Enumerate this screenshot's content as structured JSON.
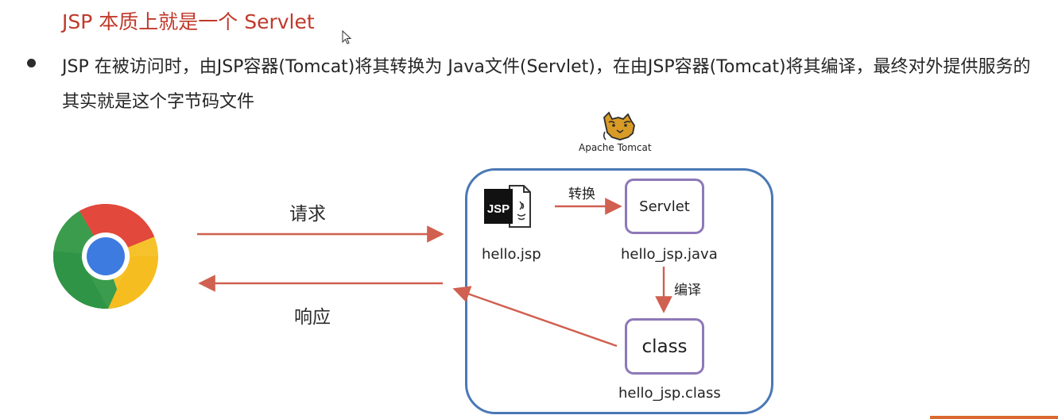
{
  "slide": {
    "heading": "JSP 本质上就是一个 Servlet",
    "bullet": "JSP 在被访问时，由JSP容器(Tomcat)将其转换为 Java文件(Servlet)，在由JSP容器(Tomcat)将其编译，最终对外提供服务的其实就是这个字节码文件"
  },
  "diagram": {
    "server_caption": "Apache Tomcat",
    "request_label": "请求",
    "response_label": "响应",
    "convert_label": "转换",
    "compile_label": "编译",
    "jsp_icon_text": "JSP",
    "jsp_file": "hello.jsp",
    "servlet_box": "Servlet",
    "java_file": "hello_jsp.java",
    "class_box": "class",
    "class_file": "hello_jsp.class"
  },
  "colors": {
    "heading": "#c0392b",
    "arrow": "#d06050",
    "server_frame": "#4a78b5",
    "node_border": "#8e78b8"
  }
}
